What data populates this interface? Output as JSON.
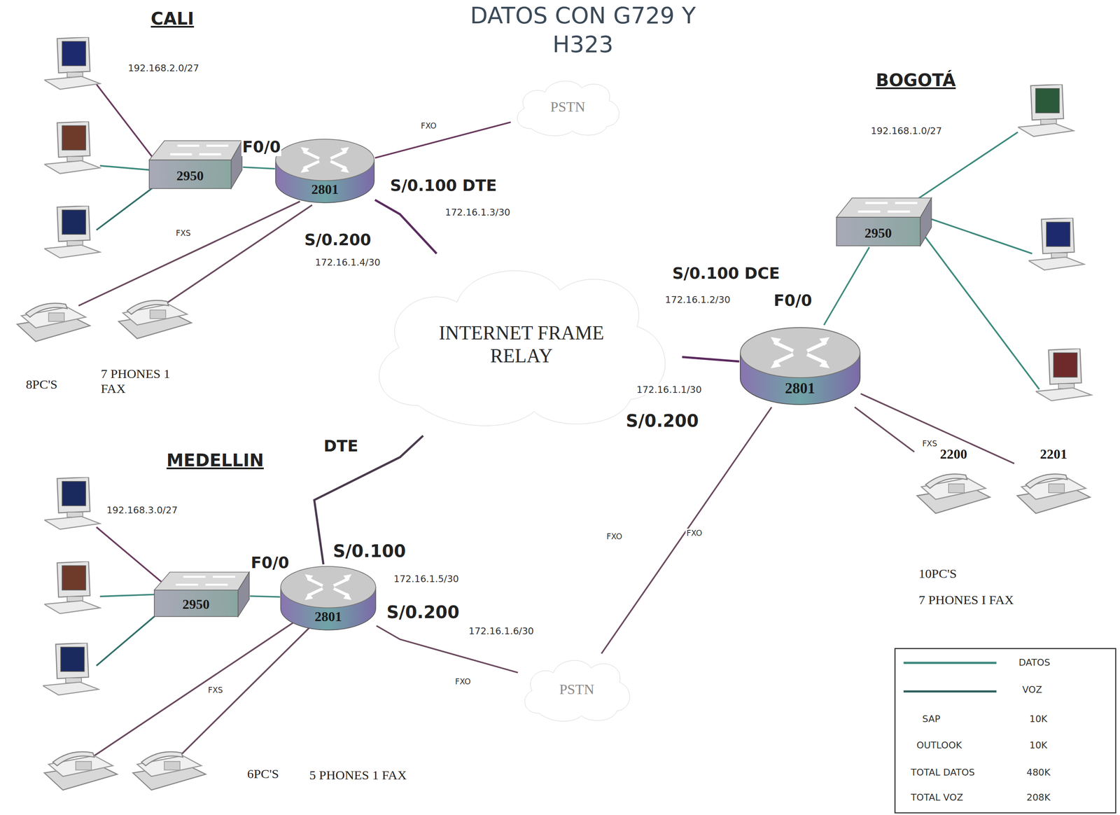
{
  "diagram": {
    "title": "DATOS CON G729 Y H323",
    "nodes": [
      {
        "text": [
          "2950"
        ]
      },
      {
        "text": [
          "2801"
        ]
      },
      {
        "text": [
          "PSTN"
        ]
      },
      {
        "text": [
          "INTERNET FRAME RELAY"
        ]
      },
      {
        "text": [
          "2950"
        ]
      },
      {
        "text": [
          "2801"
        ]
      },
      {
        "text": [
          "2950"
        ]
      },
      {
        "text": [
          "2801"
        ]
      },
      {
        "text": [
          "PSTN"
        ]
      },
      {
        "text": [
          "2200"
        ]
      },
      {
        "text": [
          "2201"
        ]
      }
    ],
    "edges": [
      {
        "from": 0,
        "to": 1,
        "arrow": "none"
      },
      {
        "from": 1,
        "to": 2,
        "label": "FXO",
        "arrow": "none"
      },
      {
        "from": 1,
        "to": 3,
        "arrow": "none"
      },
      {
        "from": 3,
        "to": 5,
        "arrow": "none"
      },
      {
        "from": 5,
        "to": 4,
        "arrow": "none"
      },
      {
        "from": 5,
        "to": 9,
        "arrow": "none"
      },
      {
        "from": 5,
        "to": 10,
        "arrow": "none"
      },
      {
        "from": 5,
        "to": 8,
        "label": "FXO",
        "arrow": "none"
      },
      {
        "from": 7,
        "to": 3,
        "arrow": "none"
      },
      {
        "from": 6,
        "to": 7,
        "arrow": "none"
      },
      {
        "from": 7,
        "to": 8,
        "label": "FXO",
        "arrow": "none"
      }
    ],
    "labels": [
      "CALI",
      "192.168.2.0/27",
      "F0/0",
      "S/0.100 DTE",
      "172.16.1.3/30",
      "S/0.200",
      "172.16.1.4/30",
      "FXS",
      "8PC'S",
      "7 PHONES 1 FAX",
      "BOGOTÁ",
      "192.168.1.0/27",
      "S/0.100 DCE",
      "172.16.1.2/30",
      "F0/0",
      "172.16.1.1/30",
      "S/0.200",
      "FXS",
      "FXO",
      "10PC'S",
      "7 PHONES I FAX",
      "MEDELLIN",
      "DTE",
      "192.168.3.0/27",
      "F0/0",
      "S/0.100",
      "172.16.1.5/30",
      "S/0.200",
      "172.16.1.6/30",
      "FXS",
      "6PC'S",
      "5 PHONES 1 FAX",
      "SAP",
      "10K",
      "OUTLOOK",
      "10K",
      "TOTAL DATOS",
      "480K",
      "TOTAL VOZ",
      "208K"
    ],
    "legend": [
      {
        "text": "DATOS"
      },
      {
        "text": "VOZ"
      }
    ]
  }
}
